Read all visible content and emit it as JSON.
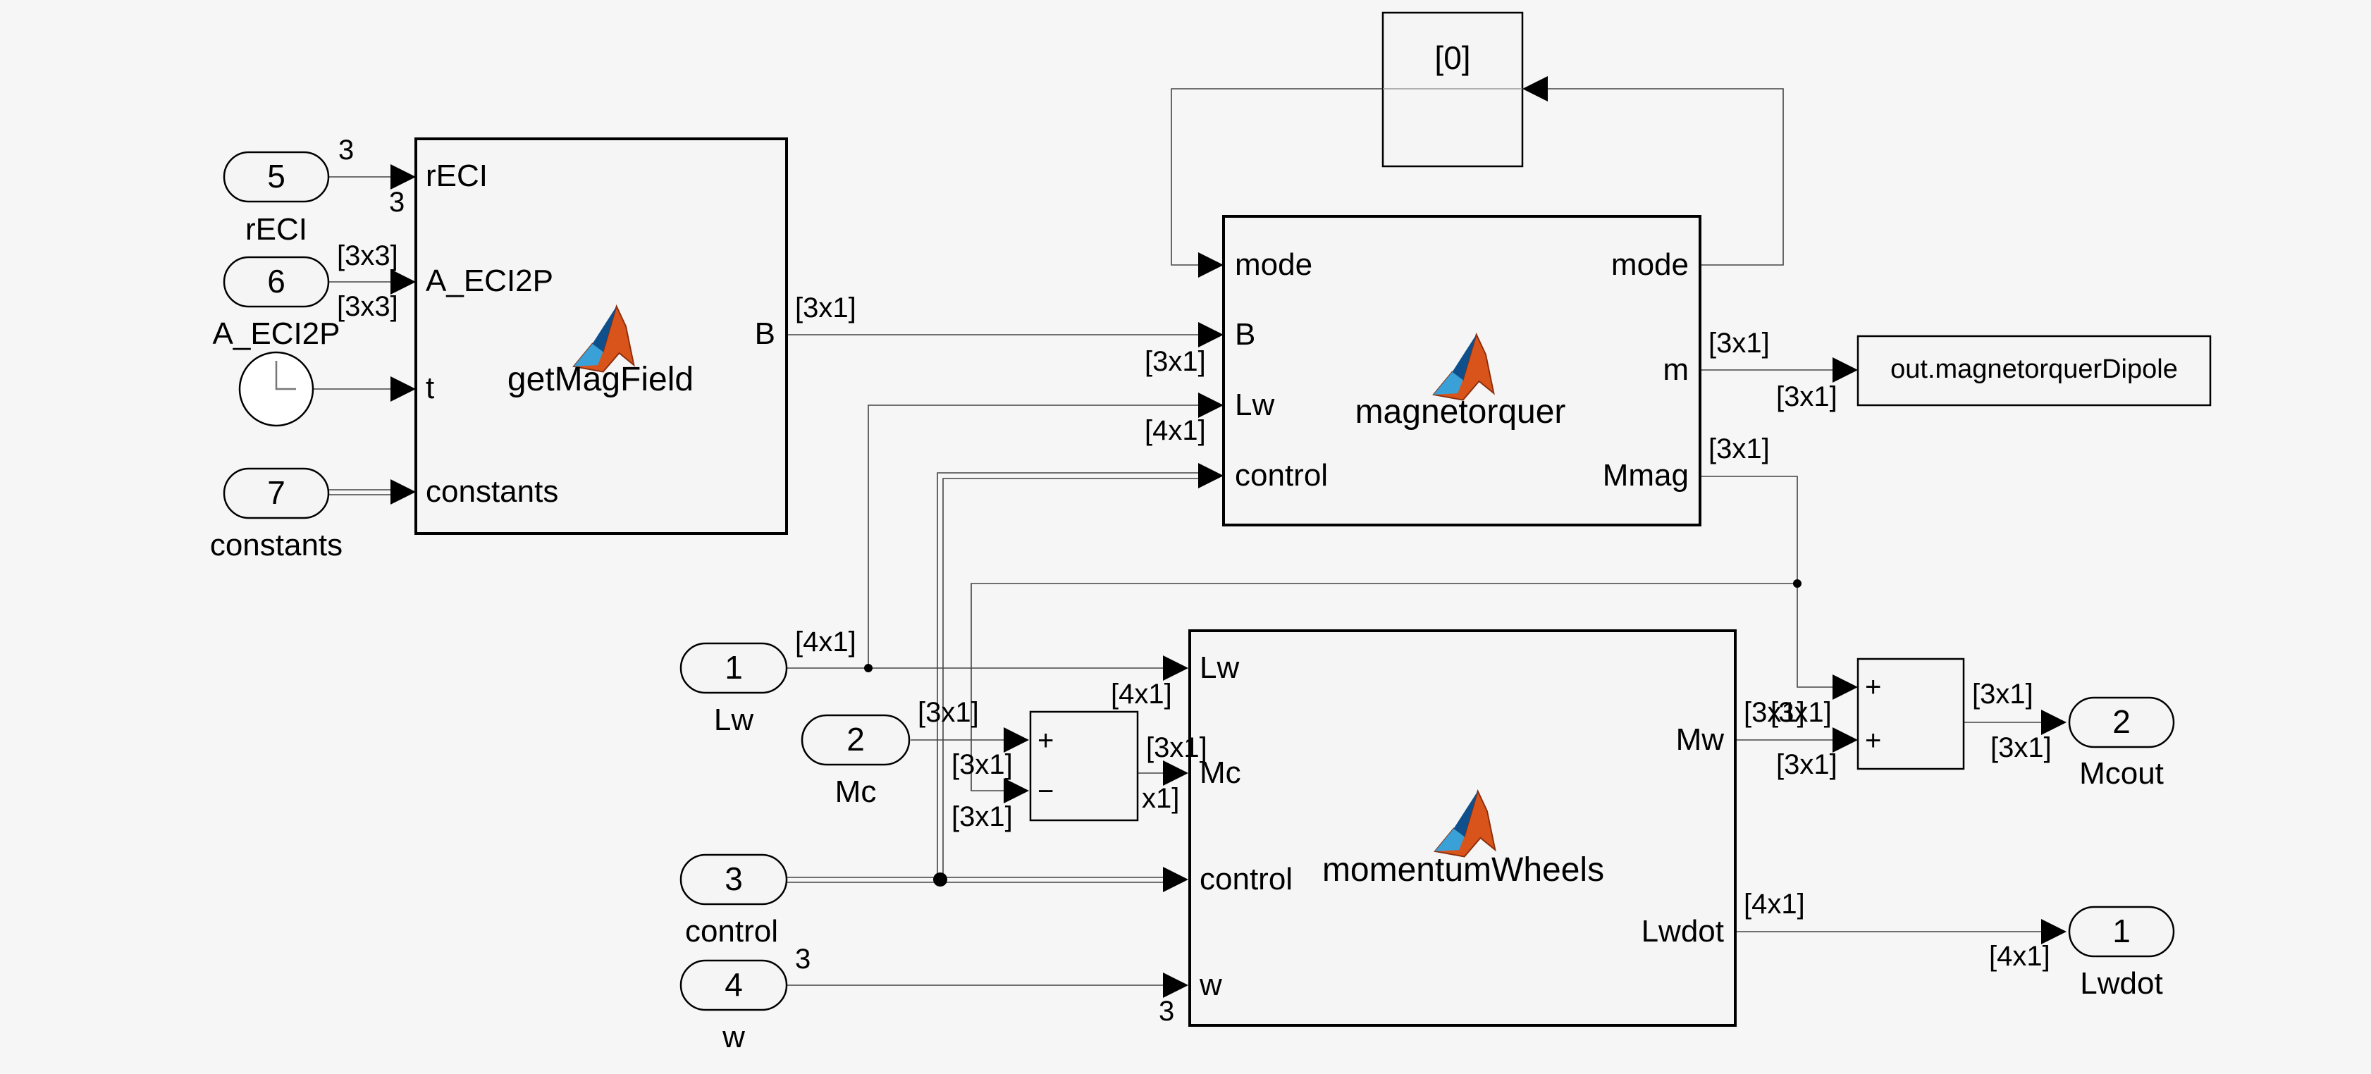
{
  "inports": [
    {
      "num": "5",
      "name": "rECI"
    },
    {
      "num": "6",
      "name": "A_ECI2P"
    },
    {
      "num": "7",
      "name": "constants"
    },
    {
      "num": "1",
      "name": "Lw"
    },
    {
      "num": "2",
      "name": "Mc"
    },
    {
      "num": "3",
      "name": "control"
    },
    {
      "num": "4",
      "name": "w"
    }
  ],
  "outports": [
    {
      "num": "2",
      "name": "Mcout"
    },
    {
      "num": "1",
      "name": "Lwdot"
    }
  ],
  "blocks": {
    "getMagField": {
      "name": "getMagField",
      "inputs": [
        "rECI",
        "A_ECI2P",
        "t",
        "constants"
      ],
      "outputs": [
        "B"
      ]
    },
    "magnetorquer": {
      "name": "magnetorquer",
      "inputs": [
        "mode",
        "B",
        "Lw",
        "control"
      ],
      "outputs": [
        "mode",
        "m",
        "Mmag"
      ]
    },
    "momentumWheels": {
      "name": "momentumWheels",
      "inputs": [
        "Lw",
        "Mc",
        "control",
        "w"
      ],
      "outputs": [
        "Mw",
        "Lwdot"
      ]
    },
    "memory": {
      "value": "[0]"
    },
    "toWorkspace": {
      "name": "out.magnetorquerDipole"
    },
    "subtract": {
      "signs": [
        "+",
        "−"
      ]
    },
    "add": {
      "signs": [
        "+",
        "+"
      ]
    }
  },
  "signals": {
    "d3": "3",
    "d3x3": "[3x3]",
    "d3x1": "[3x1]",
    "d4x1": "[4x1]",
    "overlap_mw": "[3x1]",
    "overlap_mw2": "[3x1]",
    "partial_x1": "x1]"
  },
  "colors": {
    "matlab_peak": "#d9541a",
    "matlab_shade": "#0f4f8c",
    "matlab_blue": "#3aa0d8"
  }
}
